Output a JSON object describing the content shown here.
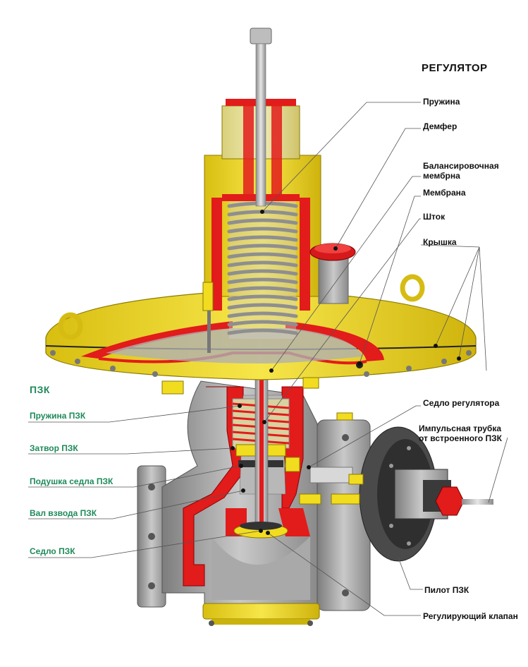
{
  "titles": {
    "regulator": "РЕГУЛЯТОР",
    "pzk": "ПЗК"
  },
  "regulator_labels": {
    "spring": "Пружина",
    "damper": "Демфер",
    "balance_membrane_1": "Балансировочная",
    "balance_membrane_2": "мембрна",
    "membrane": "Мембрана",
    "stem": "Шток",
    "cover": "Крышка",
    "regulator_seat": "Седло регулятора",
    "impulse_tube_1": "Импульсная трубка",
    "impulse_tube_2": "от встроенного ПЗК",
    "pilot": "Пилот ПЗК",
    "control_valve": "Регулирующий клапан"
  },
  "pzk_labels": {
    "spring": "Пружина ПЗК",
    "gate": "Затвор ПЗК",
    "seat_cushion": "Подушка седла ПЗК",
    "cocking_shaft": "Вал взвода ПЗК",
    "seat": "Седло ПЗК"
  },
  "colors": {
    "yellow": "#f2dc1f",
    "red": "#e21b1b",
    "steel": "#9a9a9a",
    "dark": "#333333",
    "pzk_green": "#1e8a5a"
  }
}
